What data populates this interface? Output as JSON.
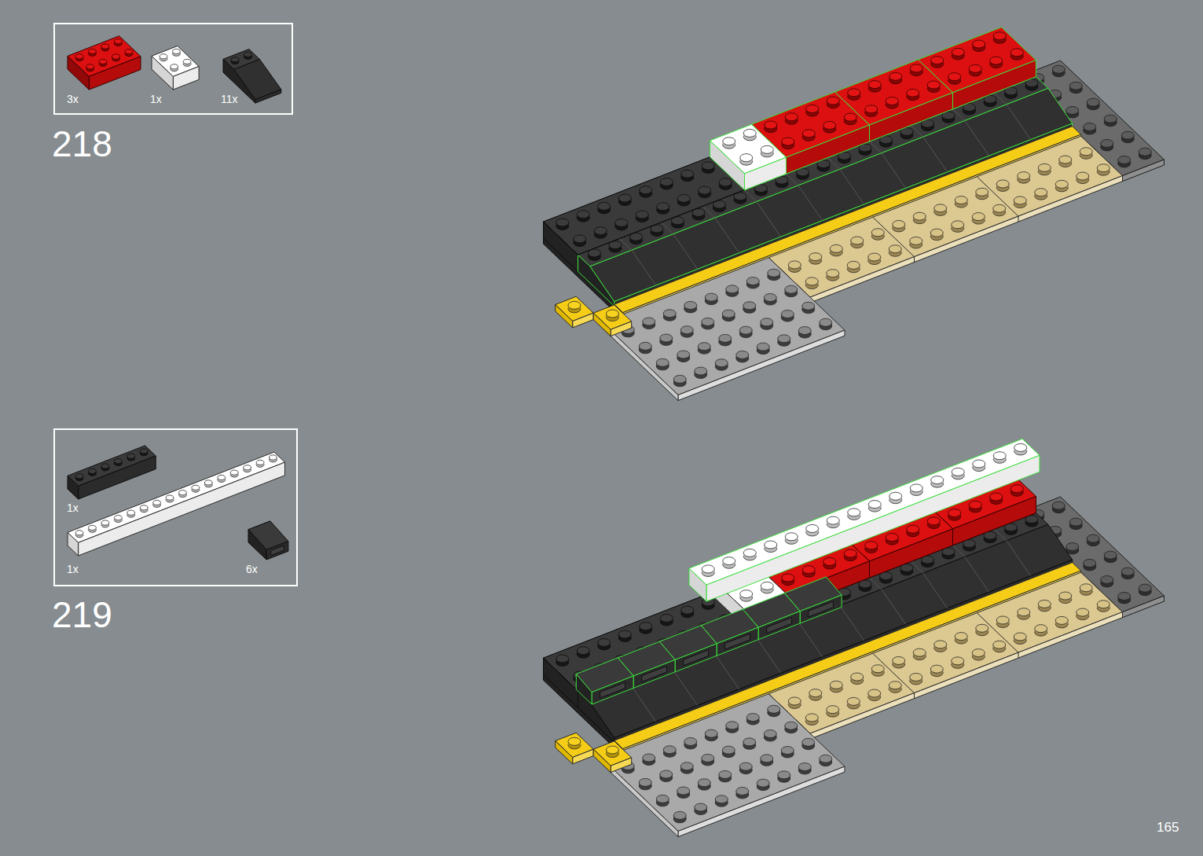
{
  "diagram": {
    "nodes": [
      {
        "text": [
          "3x",
          "1x",
          "11x"
        ]
      },
      {
        "text": [
          "1x",
          "1x",
          "6x"
        ]
      }
    ],
    "labels": [
      "218",
      "219",
      "165"
    ]
  }
}
